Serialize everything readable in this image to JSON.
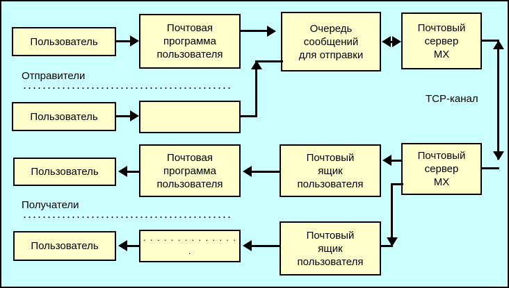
{
  "diagram": {
    "title": "Email delivery flow diagram",
    "background_color": "#ccffff",
    "box_fill_color": "#ffffcc",
    "line_color": "#000000",
    "group_labels": {
      "senders": "Отправители",
      "recipients": "Получатели"
    },
    "channel_label": "TCP-канал",
    "boxes": {
      "sender_user_1": "Пользователь",
      "sender_mua_1": "Почтовая\nпрограмма\nпользователя",
      "send_queue": "Очередь\nсообщений\nдля отправки",
      "mx_server_out": "Почтовый\nсервер\nMX",
      "sender_user_2": "Пользователь",
      "sender_mua_2": "",
      "recipient_user_1": "Пользователь",
      "recipient_mua_1": "Почтовая\nпрограмма\nпользователя",
      "mailbox_1": "Почтовый\nящик\nпользователя",
      "mx_server_in": "Почтовый\nсервер\nMX",
      "recipient_user_2": "Пользователь",
      "recipient_mua_2": "· · · · · · · · · · · · · · ·",
      "mailbox_2": "Почтовый\nящик\nпользователя"
    }
  }
}
